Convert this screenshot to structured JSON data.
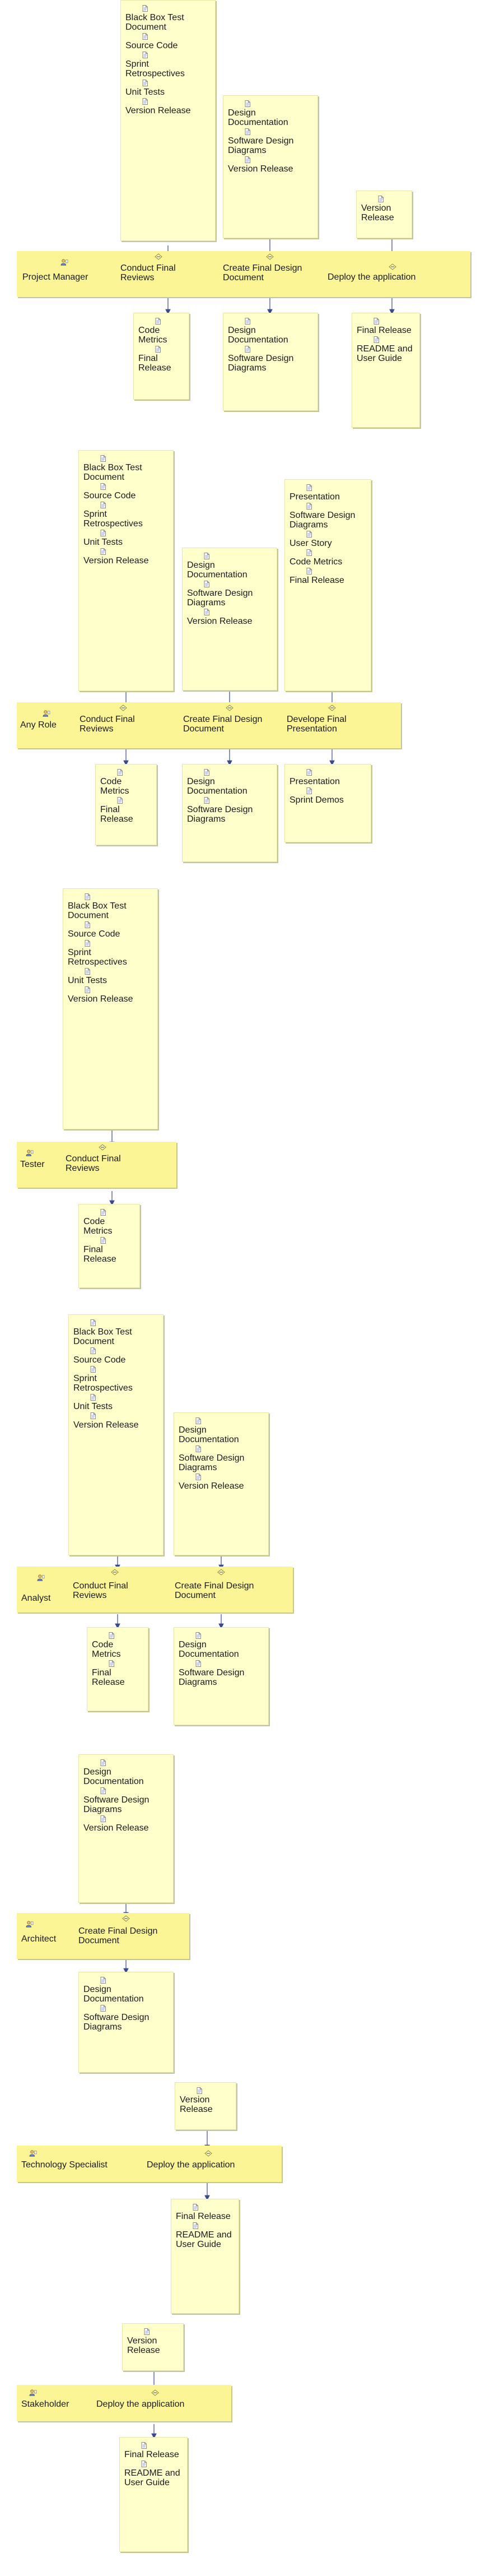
{
  "colors": {
    "lane": "#fcf596",
    "box": "#ffffcc",
    "arrow": "#3a4a8a"
  },
  "icons": {
    "artifact": "artifact-icon",
    "role": "role-icon",
    "task": "task-icon"
  },
  "roles": [
    {
      "name": "Project Manager",
      "tasks": [
        "Conduct Final Reviews",
        "Create Final Design Document",
        "Deploy the application"
      ]
    },
    {
      "name": "Any Role",
      "tasks": [
        "Conduct Final Reviews",
        "Create Final Design Document",
        "Develope Final Presentation"
      ]
    },
    {
      "name": "Tester",
      "tasks": [
        "Conduct Final Reviews"
      ]
    },
    {
      "name": "Analyst",
      "tasks": [
        "Conduct Final Reviews",
        "Create Final Design Document"
      ]
    },
    {
      "name": "Architect",
      "tasks": [
        "Create Final Design Document"
      ]
    },
    {
      "name": "Technology Specialist",
      "tasks": [
        "Deploy the application"
      ]
    },
    {
      "name": "Stakeholder",
      "tasks": [
        "Deploy the application"
      ]
    }
  ],
  "artifacts": {
    "review_inputs": [
      "Black Box Test Document",
      "Source Code",
      "Sprint Retrospectives",
      "Unit Tests",
      "Version Release"
    ],
    "review_outputs": [
      "Code Metrics",
      "Final Release"
    ],
    "design_inputs": [
      "Design Documentation",
      "Software Design Diagrams",
      "Version Release"
    ],
    "design_outputs": [
      "Design Documentation",
      "Software Design Diagrams"
    ],
    "deploy_inputs": [
      "Version Release"
    ],
    "deploy_outputs": [
      "Final Release",
      "README and User Guide"
    ],
    "presentation_inputs": [
      "Presentation",
      "Software Design Diagrams",
      "User Story",
      "Code Metrics",
      "Final Release"
    ],
    "presentation_outputs": [
      "Presentation",
      "Sprint Demos"
    ]
  }
}
